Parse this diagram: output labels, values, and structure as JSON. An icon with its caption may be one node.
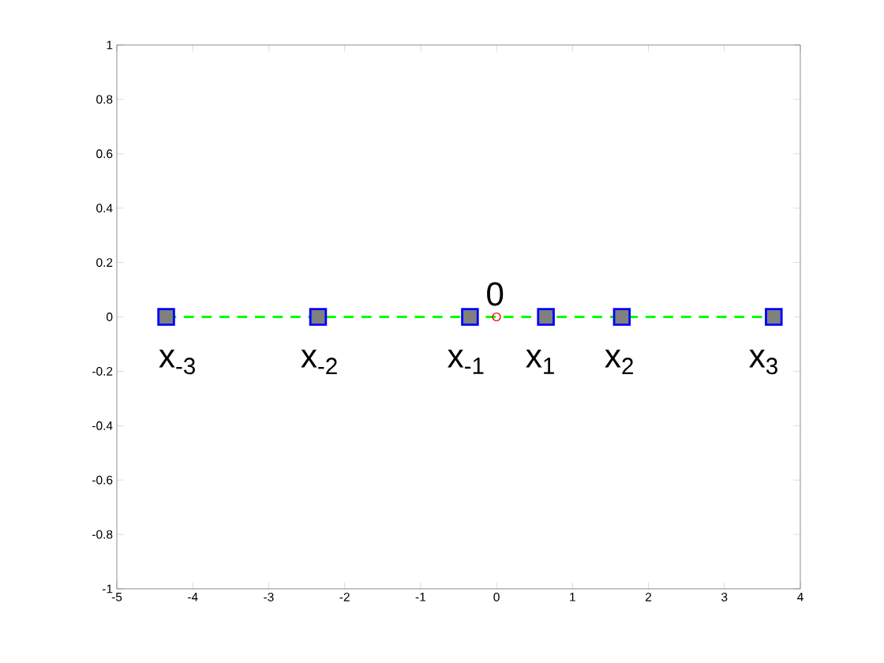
{
  "diagram": {
    "chart_data": {
      "type": "line",
      "xlim": [
        -5,
        4
      ],
      "ylim": [
        -1,
        1
      ],
      "xticks": [
        -5,
        -4,
        -3,
        -2,
        -1,
        0,
        1,
        2,
        3,
        4
      ],
      "yticks": [
        -1,
        -0.8,
        -0.6,
        -0.4,
        -0.2,
        0,
        0.2,
        0.4,
        0.6,
        0.8,
        1
      ],
      "series": [
        {
          "color": "#00ff00",
          "line_style": "dashed",
          "marker": "square",
          "x": [
            -4.35,
            -2.35,
            -0.35,
            0.65,
            1.65,
            3.65
          ],
          "values": [
            0,
            0,
            0,
            0,
            0,
            0
          ]
        },
        {
          "color": "#ff0000",
          "marker": "circle",
          "x": [
            0
          ],
          "values": [
            0
          ]
        }
      ],
      "annotations": [
        "x$_{-3}$",
        "x$_{-2}$",
        "x$_{-1}$",
        "x$_{1}$",
        "x$_{2}$",
        "x$_{3}$",
        "0"
      ]
    }
  }
}
